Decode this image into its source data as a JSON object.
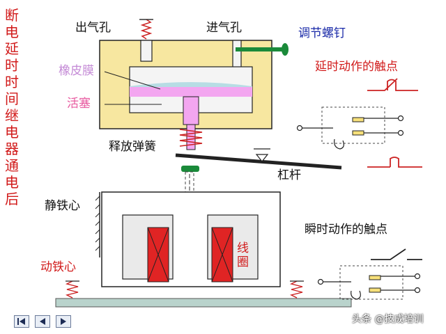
{
  "title": "断电延时时间继电器通电后",
  "labels": {
    "outlet": "出气孔",
    "inlet": "进气孔",
    "adjust_screw": "调节螺钉",
    "delay_contact": "延时动作的触点",
    "diaphragm": "橡皮膜",
    "piston": "活塞",
    "release_spring": "释放弹簧",
    "lever": "杠杆",
    "static_core": "静铁心",
    "instant_contact": "瞬时动作的触点",
    "coil": "线圈",
    "moving_core": "动铁心"
  },
  "watermark": "头条 @技成培训",
  "colors": {
    "title_red": "#d11a1a",
    "housing": "#f7e7a0",
    "chamber_pink": "#f3a6f0",
    "coil_red": "#e02424",
    "core_fill": "#eaeaea",
    "base": "#b9d3cc",
    "screw_green": "#1a8a3a",
    "label_blue": "#1a2aa8"
  },
  "nav_icons": [
    "first-page-icon",
    "prev-page-icon",
    "next-page-icon"
  ]
}
